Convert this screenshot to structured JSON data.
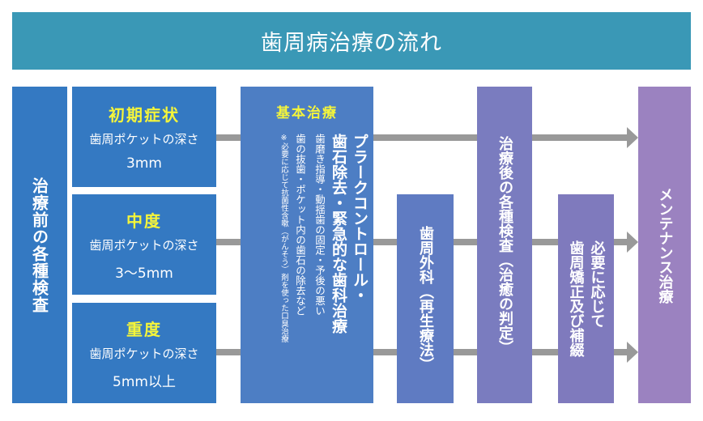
{
  "title": "歯周病治療の流れ",
  "pre_exam": {
    "label": "治療前の各種検査"
  },
  "stages": [
    {
      "head": "初期症状",
      "sub": "歯周ポケットの深さ",
      "value": "3mm"
    },
    {
      "head": "中度",
      "sub": "歯周ポケットの深さ",
      "value": "3〜5mm"
    },
    {
      "head": "重度",
      "sub": "歯周ポケットの深さ",
      "value": "5mm以上"
    }
  ],
  "basic_treatment": {
    "head": "基本治療",
    "main_line1": "プラークコントロール・",
    "main_line2": "歯石除去・緊急的な歯科治療",
    "detail_line1": "歯磨き指導・動揺歯の固定・予後の悪い",
    "detail_line2": "歯の抜歯・ポケット内の歯石の除去など",
    "note": "※必要に応じて抗菌性含嗽（がんそう）剤を使った口臭治療"
  },
  "surgery": {
    "line1": "歯周外科",
    "line2": "（再生療法）"
  },
  "post_exam": {
    "line1": "治療後の各種検査",
    "line2": "（治癒の判定）"
  },
  "optional": {
    "line1": "必要に応じて",
    "line2": "歯周矯正及び補綴"
  },
  "maintenance": {
    "label": "メンテナンス治療"
  },
  "colors": {
    "title_bg": "#3a98b6",
    "stage_blue": "#3479c2",
    "highlight_yellow": "#f5f53a",
    "connector_gray": "#999999",
    "maintenance_purple": "#9b82c0"
  }
}
